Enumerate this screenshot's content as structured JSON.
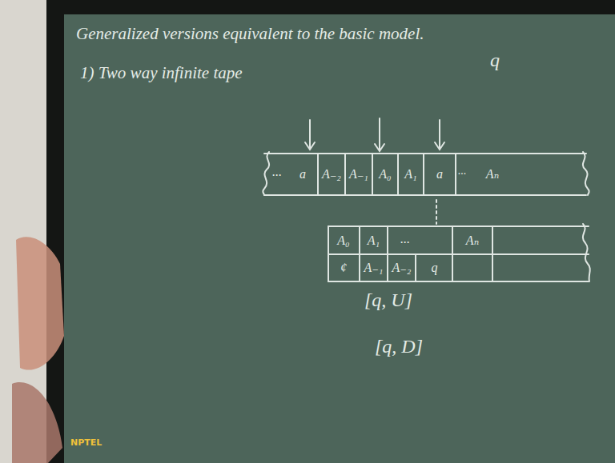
{
  "diagram": {
    "title": "Generalized versions equivalent to the basic model.",
    "nodes": [
      {
        "text": [
          "a"
        ]
      },
      {
        "text": [
          "A₋₂"
        ]
      },
      {
        "text": [
          "A₋₁"
        ]
      },
      {
        "text": [
          "A₀"
        ]
      },
      {
        "text": [
          "A₁"
        ]
      },
      {
        "text": [
          "a"
        ]
      },
      {
        "text": [
          "Aₙ"
        ]
      },
      {
        "text": [
          "A₀"
        ]
      },
      {
        "text": [
          "A₁"
        ]
      },
      {
        "text": [
          "Aₙ"
        ]
      },
      {
        "text": [
          "¢"
        ]
      },
      {
        "text": [
          "A₋₁"
        ]
      },
      {
        "text": [
          "A₋₂"
        ]
      },
      {
        "text": [
          "q"
        ]
      }
    ],
    "labels": [
      "1) Two way infinite tape",
      "q",
      "...",
      "...",
      "...",
      "[q, U]",
      "[q, D]",
      "NPTEL"
    ]
  }
}
